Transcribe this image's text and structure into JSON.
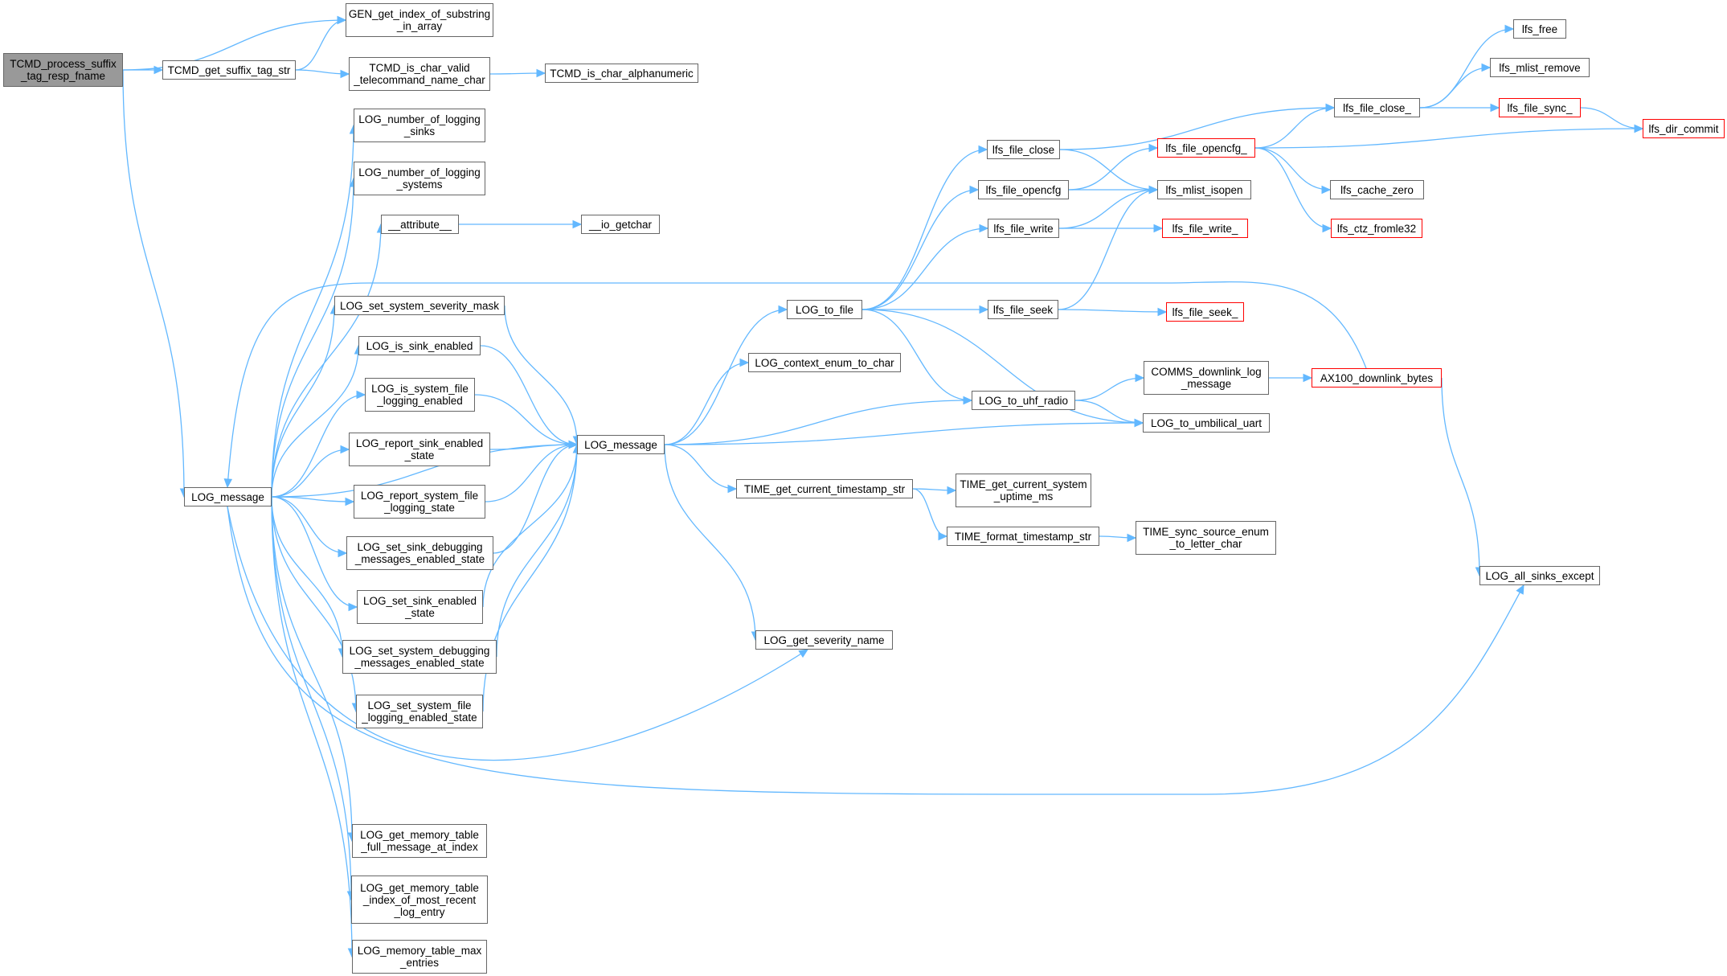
{
  "colors": {
    "edge": "#63b8ff",
    "node_border": "#666666",
    "root_fill": "#999999",
    "truncated_border": "#ff0000",
    "node_fill": "#ffffff"
  },
  "nodes": [
    {
      "id": "root",
      "label": "TCMD_process_suffix\n_tag_resp_fname",
      "kind": "root"
    },
    {
      "id": "gen_idx",
      "label": "GEN_get_index_of_substring\n_in_array"
    },
    {
      "id": "tcmd_suffix",
      "label": "TCMD_get_suffix_tag_str"
    },
    {
      "id": "tcmd_valid",
      "label": "TCMD_is_char_valid\n_telecommand_name_char"
    },
    {
      "id": "tcmd_alnum",
      "label": "TCMD_is_char_alphanumeric"
    },
    {
      "id": "log_num_sinks",
      "label": "LOG_number_of_logging\n_sinks"
    },
    {
      "id": "log_num_systems",
      "label": "LOG_number_of_logging\n_systems"
    },
    {
      "id": "attribute",
      "label": "__attribute__"
    },
    {
      "id": "io_getchar",
      "label": "__io_getchar"
    },
    {
      "id": "log_set_sev_mask",
      "label": "LOG_set_system_severity_mask"
    },
    {
      "id": "log_is_sink_en",
      "label": "LOG_is_sink_enabled"
    },
    {
      "id": "log_is_sys_file",
      "label": "LOG_is_system_file\n_logging_enabled"
    },
    {
      "id": "log_report_sink",
      "label": "LOG_report_sink_enabled\n_state"
    },
    {
      "id": "log_report_sys_file",
      "label": "LOG_report_system_file\n_logging_state"
    },
    {
      "id": "log_set_sink_dbg",
      "label": "LOG_set_sink_debugging\n_messages_enabled_state"
    },
    {
      "id": "log_set_sink_en",
      "label": "LOG_set_sink_enabled\n_state"
    },
    {
      "id": "log_set_sys_dbg",
      "label": "LOG_set_system_debugging\n_messages_enabled_state"
    },
    {
      "id": "log_set_sys_file",
      "label": "LOG_set_system_file\n_logging_enabled_state"
    },
    {
      "id": "log_message_a",
      "label": "LOG_message"
    },
    {
      "id": "log_message_b",
      "label": "LOG_message"
    },
    {
      "id": "log_get_mem_full",
      "label": "LOG_get_memory_table\n_full_message_at_index"
    },
    {
      "id": "log_get_mem_idx",
      "label": "LOG_get_memory_table\n_index_of_most_recent\n_log_entry"
    },
    {
      "id": "log_mem_max",
      "label": "LOG_memory_table_max\n_entries"
    },
    {
      "id": "log_to_file",
      "label": "LOG_to_file"
    },
    {
      "id": "log_ctx_enum",
      "label": "LOG_context_enum_to_char"
    },
    {
      "id": "time_cur_ts",
      "label": "TIME_get_current_timestamp_str"
    },
    {
      "id": "log_get_sev",
      "label": "LOG_get_severity_name"
    },
    {
      "id": "lfs_file_close",
      "label": "lfs_file_close"
    },
    {
      "id": "lfs_file_opencfg",
      "label": "lfs_file_opencfg"
    },
    {
      "id": "lfs_file_write",
      "label": "lfs_file_write"
    },
    {
      "id": "lfs_file_seek",
      "label": "lfs_file_seek"
    },
    {
      "id": "log_to_uhf",
      "label": "LOG_to_uhf_radio"
    },
    {
      "id": "time_cur_sys",
      "label": "TIME_get_current_system\n_uptime_ms"
    },
    {
      "id": "time_fmt",
      "label": "TIME_format_timestamp_str"
    },
    {
      "id": "lfs_opencfg_",
      "label": "lfs_file_opencfg_",
      "kind": "trunc"
    },
    {
      "id": "lfs_mlist_isopen",
      "label": "lfs_mlist_isopen"
    },
    {
      "id": "lfs_file_write_",
      "label": "lfs_file_write_",
      "kind": "trunc"
    },
    {
      "id": "lfs_file_seek_",
      "label": "lfs_file_seek_",
      "kind": "trunc"
    },
    {
      "id": "comms_downlink",
      "label": "COMMS_downlink_log\n_message"
    },
    {
      "id": "log_to_uart",
      "label": "LOG_to_umbilical_uart"
    },
    {
      "id": "time_sync",
      "label": "TIME_sync_source_enum\n_to_letter_char"
    },
    {
      "id": "lfs_file_close_",
      "label": "lfs_file_close_"
    },
    {
      "id": "lfs_cache_zero",
      "label": "lfs_cache_zero"
    },
    {
      "id": "lfs_ctz_fromle32",
      "label": "lfs_ctz_fromle32",
      "kind": "trunc"
    },
    {
      "id": "ax100",
      "label": "AX100_downlink_bytes",
      "kind": "trunc"
    },
    {
      "id": "lfs_free",
      "label": "lfs_free"
    },
    {
      "id": "lfs_mlist_remove",
      "label": "lfs_mlist_remove"
    },
    {
      "id": "lfs_file_sync_",
      "label": "lfs_file_sync_",
      "kind": "trunc"
    },
    {
      "id": "lfs_dir_commit",
      "label": "lfs_dir_commit",
      "kind": "trunc"
    },
    {
      "id": "log_all_sinks",
      "label": "LOG_all_sinks_except"
    }
  ]
}
